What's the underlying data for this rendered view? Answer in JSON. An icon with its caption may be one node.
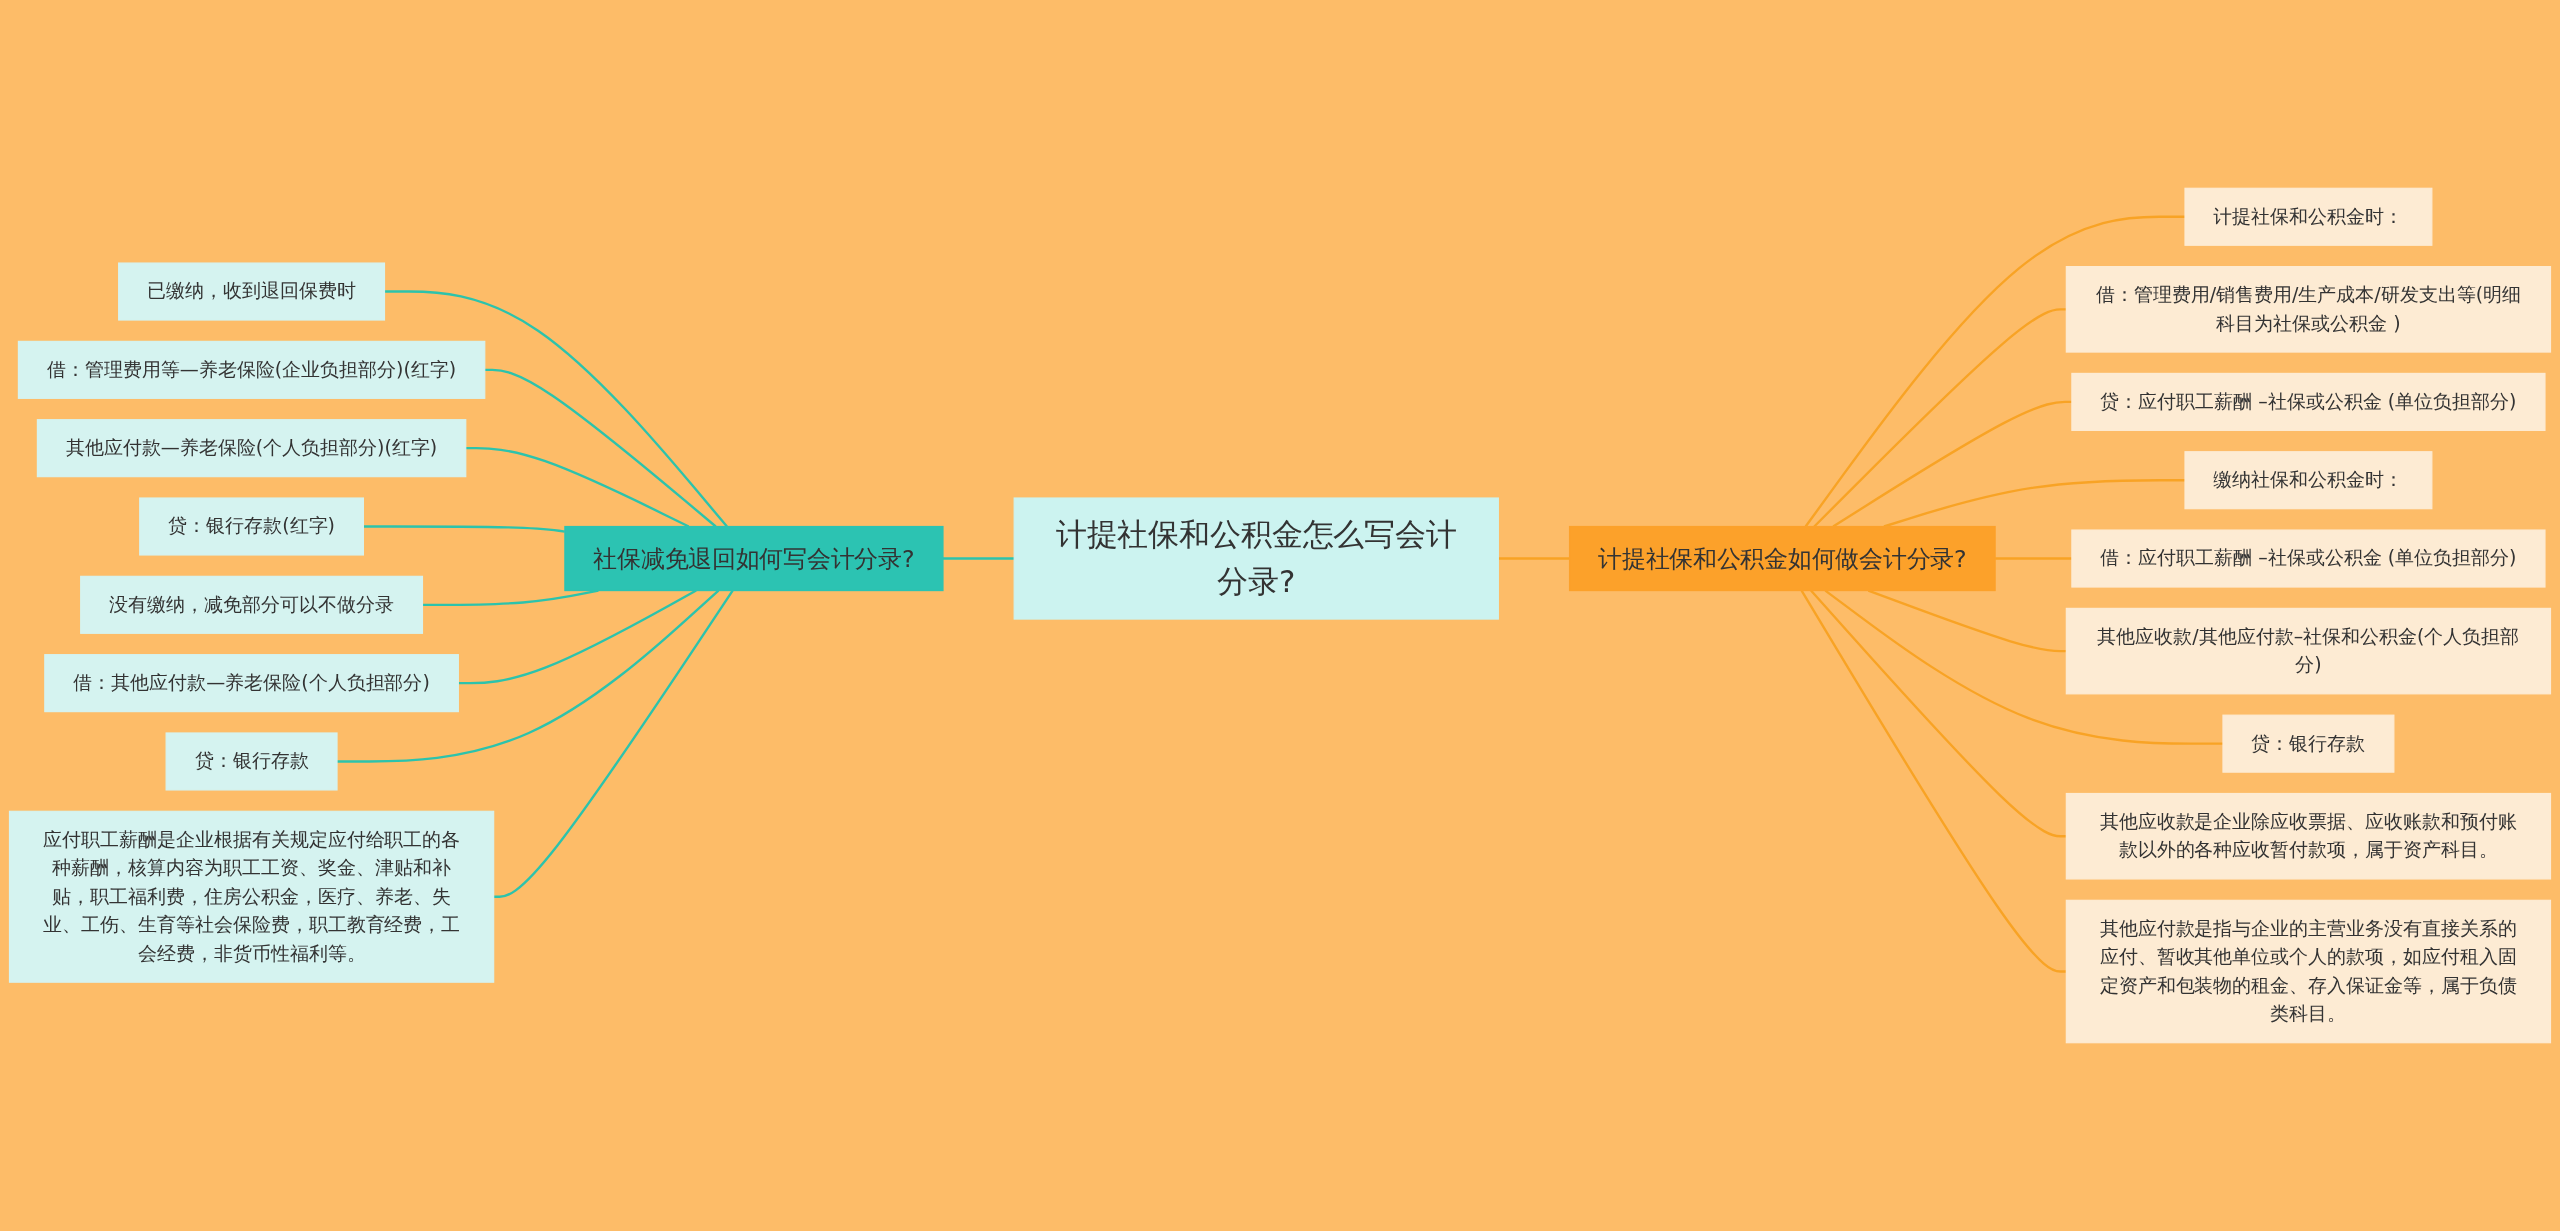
{
  "diagram": {
    "nodes": [
      {
        "text": [
          "计提社保和公积金怎么写会计分录?"
        ]
      },
      {
        "text": [
          "社保减免退回如何写会计分录?"
        ]
      },
      {
        "text": [
          "计提社保和公积金如何做会计分录?"
        ]
      },
      {
        "text": [
          "已缴纳，收到退回保费时"
        ]
      },
      {
        "text": [
          "借：管理费用等—养老保险(企业负担部分)(红字)"
        ]
      },
      {
        "text": [
          "其他应付款—养老保险(个人负担部分)(红字)"
        ]
      },
      {
        "text": [
          "贷：银行存款(红字)"
        ]
      },
      {
        "text": [
          "没有缴纳，减免部分可以不做分录"
        ]
      },
      {
        "text": [
          "借：其他应付款—养老保险(个人负担部分)"
        ]
      },
      {
        "text": [
          "贷：银行存款"
        ]
      },
      {
        "text": [
          "应付职工薪酬是企业根据有关规定应付给职工的各种薪酬，核算内容为职工工资、奖金、津贴和补贴，职工福利费，住房公积金，医疗、养老、失业、工伤、生育等社会保险费，职工教育经费，工会经费，非货币性福利等。"
        ]
      },
      {
        "text": [
          "计提社保和公积金时："
        ]
      },
      {
        "text": [
          "借：管理费用/销售费用/生产成本/研发支出等(明细科目为社保或公积金 )"
        ]
      },
      {
        "text": [
          "贷：应付职工薪酬 –社保或公积金 (单位负担部分)"
        ]
      },
      {
        "text": [
          "缴纳社保和公积金时："
        ]
      },
      {
        "text": [
          "借：应付职工薪酬 –社保或公积金 (单位负担部分)"
        ]
      },
      {
        "text": [
          "其他应收款/其他应付款–社保和公积金(个人负担部分)"
        ]
      },
      {
        "text": [
          "贷：银行存款"
        ]
      },
      {
        "text": [
          "其他应收款是企业除应收票据、应收账款和预付账款以外的各种应收暂付款项，属于资产科目。"
        ]
      },
      {
        "text": [
          "其他应付款是指与企业的主营业务没有直接关系的应付、暂收其他单位或个人的款项，如应付租入固定资产和包装物的租金、存入保证金等，属于负债类科目。"
        ]
      }
    ],
    "edges": [
      {
        "from": 1,
        "to": 0,
        "arrow": "none",
        "color": "#2cc3ac"
      },
      {
        "from": 0,
        "to": 2,
        "arrow": "none"
      },
      {
        "from": 3,
        "to": 1,
        "arrow": "none",
        "color": "#2cc3ac"
      },
      {
        "from": 4,
        "to": 1,
        "arrow": "none",
        "color": "#2cc3ac"
      },
      {
        "from": 5,
        "to": 1,
        "arrow": "none",
        "color": "#2cc3ac"
      },
      {
        "from": 6,
        "to": 1,
        "arrow": "none",
        "color": "#2cc3ac"
      },
      {
        "from": 7,
        "to": 1,
        "arrow": "none",
        "color": "#2cc3ac"
      },
      {
        "from": 8,
        "to": 1,
        "arrow": "none",
        "color": "#2cc3ac"
      },
      {
        "from": 9,
        "to": 1,
        "arrow": "none",
        "color": "#2cc3ac"
      },
      {
        "from": 10,
        "to": 1,
        "arrow": "none",
        "color": "#2cc3ac"
      },
      {
        "from": 2,
        "to": 11,
        "arrow": "none"
      },
      {
        "from": 2,
        "to": 12,
        "arrow": "none"
      },
      {
        "from": 2,
        "to": 13,
        "arrow": "none"
      },
      {
        "from": 2,
        "to": 14,
        "arrow": "none"
      },
      {
        "from": 2,
        "to": 15,
        "arrow": "none"
      },
      {
        "from": 2,
        "to": 16,
        "arrow": "none"
      },
      {
        "from": 2,
        "to": 17,
        "arrow": "none"
      },
      {
        "from": 2,
        "to": 18,
        "arrow": "none"
      },
      {
        "from": 2,
        "to": 19,
        "arrow": "none"
      }
    ]
  }
}
